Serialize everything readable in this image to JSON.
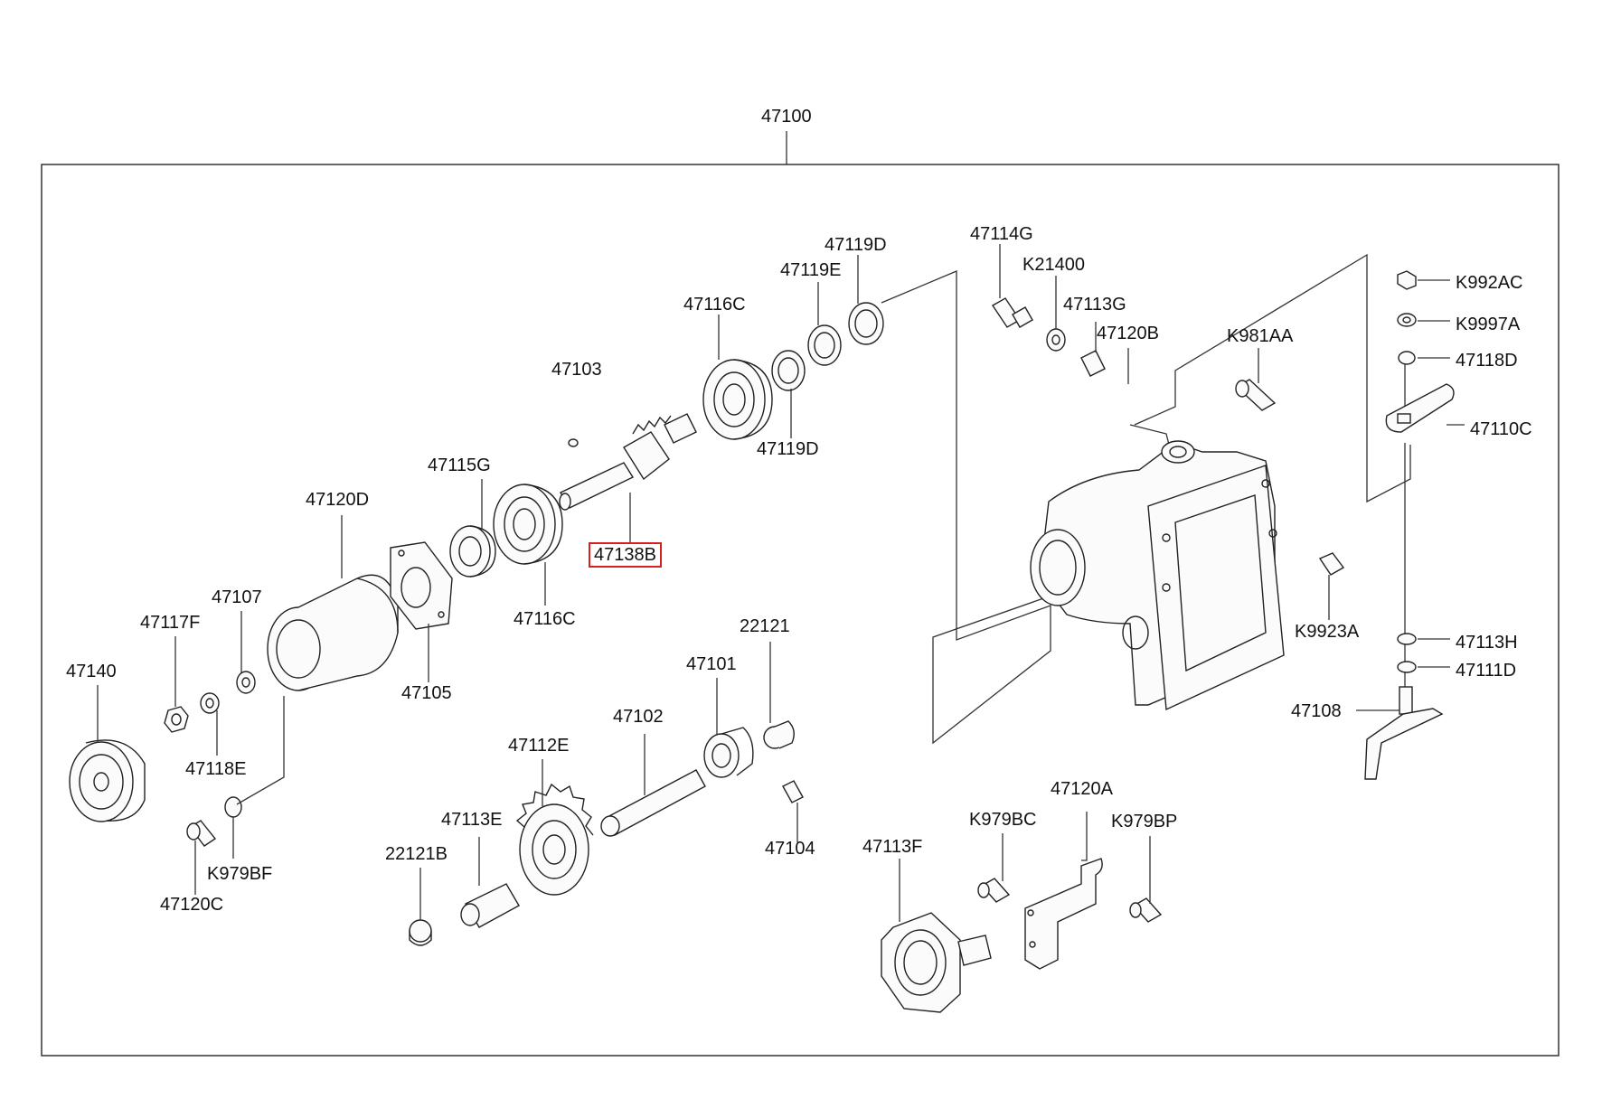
{
  "diagram": {
    "assembly_number": "47100",
    "highlighted_part": "47138B",
    "part_labels": [
      "47119D",
      "47114G",
      "K21400",
      "47119E",
      "47116C",
      "47113G",
      "47120B",
      "K981AA",
      "K992AC",
      "K9997A",
      "47118D",
      "47110C",
      "47103",
      "47119D",
      "47115G",
      "47120D",
      "47138B",
      "47116C",
      "47107",
      "47117F",
      "47105",
      "22121",
      "K9923A",
      "47113H",
      "47111D",
      "47140",
      "47101",
      "47102",
      "47108",
      "47112E",
      "47118E",
      "47113E",
      "47104",
      "47120A",
      "K979BC",
      "K979BP",
      "47113F",
      "22121B",
      "K979BF",
      "47120C"
    ]
  }
}
